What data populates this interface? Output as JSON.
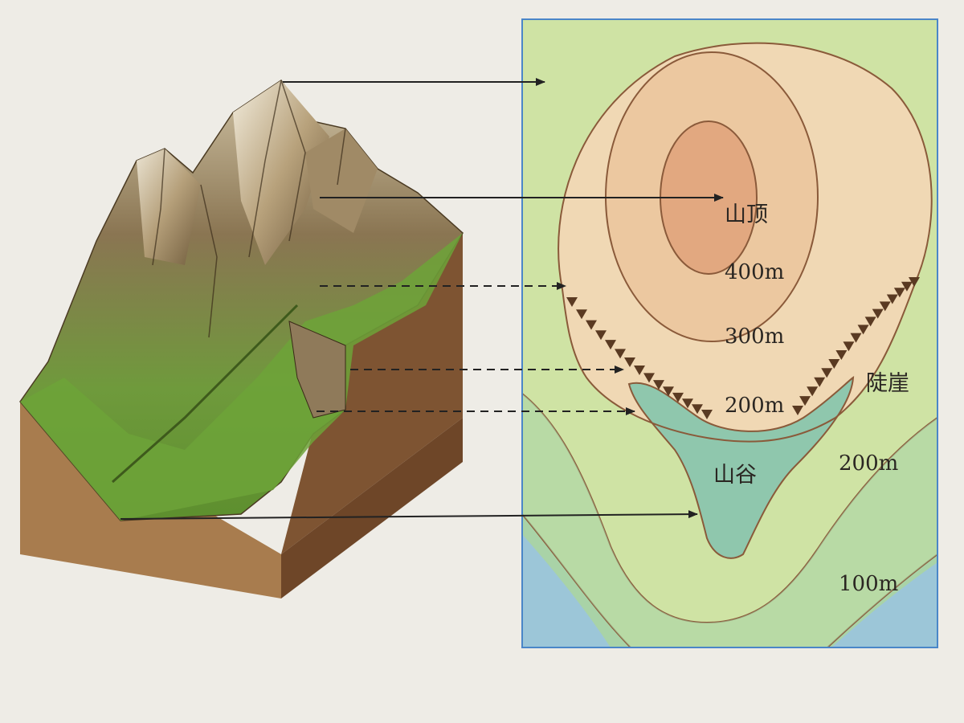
{
  "labels": {
    "summit": "山顶",
    "cliff": "陡崖",
    "valley": "山谷",
    "c400": "400m",
    "c300": "300m",
    "c200_upper": "200m",
    "c200_right": "200m",
    "c100": "100m"
  },
  "colors": {
    "map_border": "#4a86c8",
    "zone_green_light": "#cfe3a4",
    "zone_green_mid": "#a9d3a7",
    "zone_teal": "#8fc7ad",
    "zone_water": "#9cc6d8",
    "zone_upland": "#f0d8b4",
    "zone_upland_mid": "#ecc8a0",
    "zone_peak": "#e2a880",
    "contour_line": "#8a5a3a",
    "cliff_marks": "#5a3a22"
  }
}
